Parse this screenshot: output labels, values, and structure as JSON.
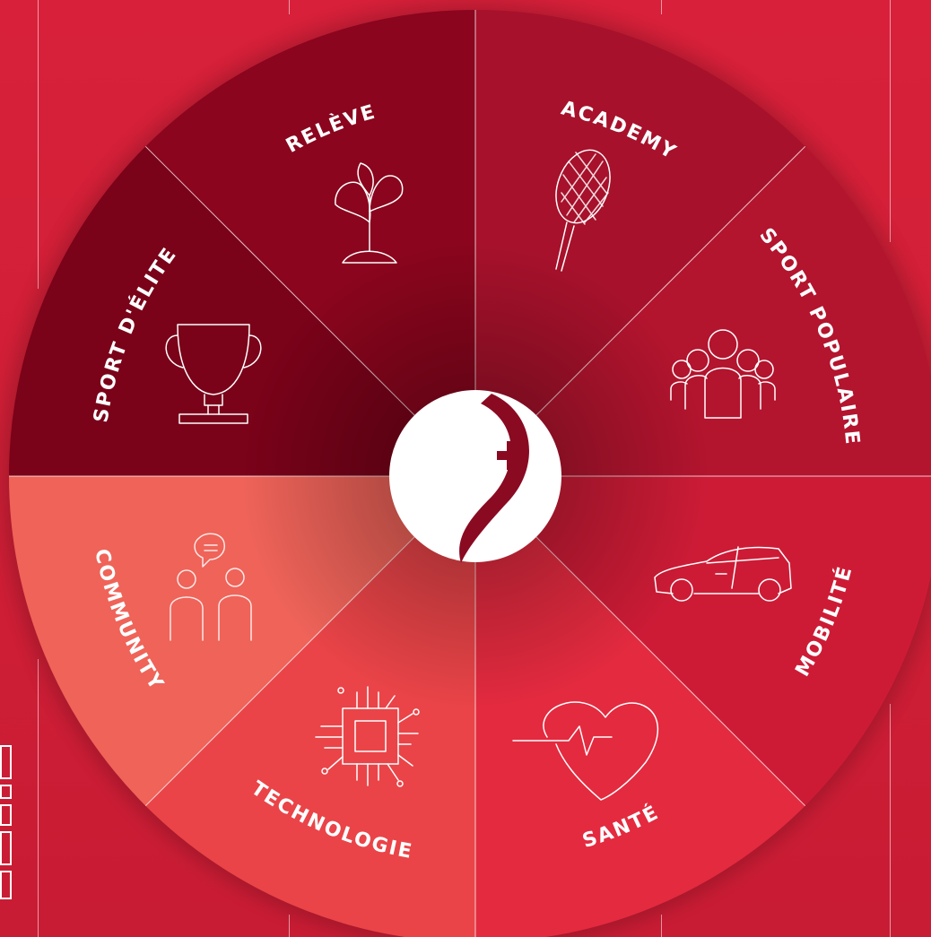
{
  "wheel": {
    "segments": [
      {
        "id": "academy",
        "label": "ACADEMY",
        "icon": "tennis-racket-icon",
        "color": "#a7112b"
      },
      {
        "id": "sport-populaire",
        "label": "SPORT POPULAIRE",
        "icon": "group-people-icon",
        "color": "#b3142e"
      },
      {
        "id": "mobilite",
        "label": "MOBILITÉ",
        "icon": "car-icon",
        "color": "#cd1b36"
      },
      {
        "id": "sante",
        "label": "SANTÉ",
        "icon": "heartbeat-icon",
        "color": "#e42a3f"
      },
      {
        "id": "technologie",
        "label": "TECHNOLOGIE",
        "icon": "microchip-icon",
        "color": "#ea4448"
      },
      {
        "id": "community",
        "label": "COMMUNITY",
        "icon": "chat-people-icon",
        "color": "#ef6359"
      },
      {
        "id": "sport-elite",
        "label": "SPORT D'ÉLITE",
        "icon": "trophy-icon",
        "color": "#7a0219"
      },
      {
        "id": "releve",
        "label": "RELÈVE",
        "icon": "plant-sprout-icon",
        "color": "#8a051d"
      }
    ],
    "center_logo": "swiss-cross-logo-icon"
  },
  "colors": {
    "background": "#d21f37",
    "line": "#ffffff"
  }
}
